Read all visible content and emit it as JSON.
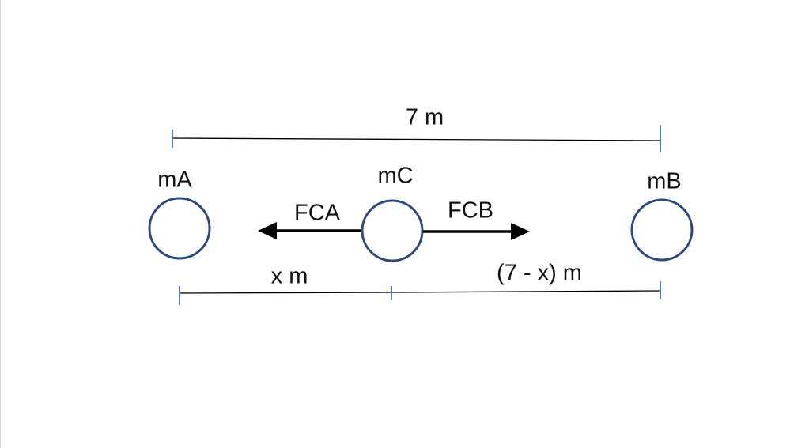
{
  "diagram": {
    "labels": {
      "total_distance": "7 m",
      "mass_a": "mA",
      "mass_c": "mC",
      "mass_b": "mB",
      "force_ca": "FCA",
      "force_cb": "FCB",
      "distance_ac": "x m",
      "distance_cb": "(7 - x) m"
    },
    "colors": {
      "circle_stroke": "#2f4b7c",
      "tick": "#4a6fb5",
      "line": "#000000",
      "text": "#111111"
    }
  }
}
